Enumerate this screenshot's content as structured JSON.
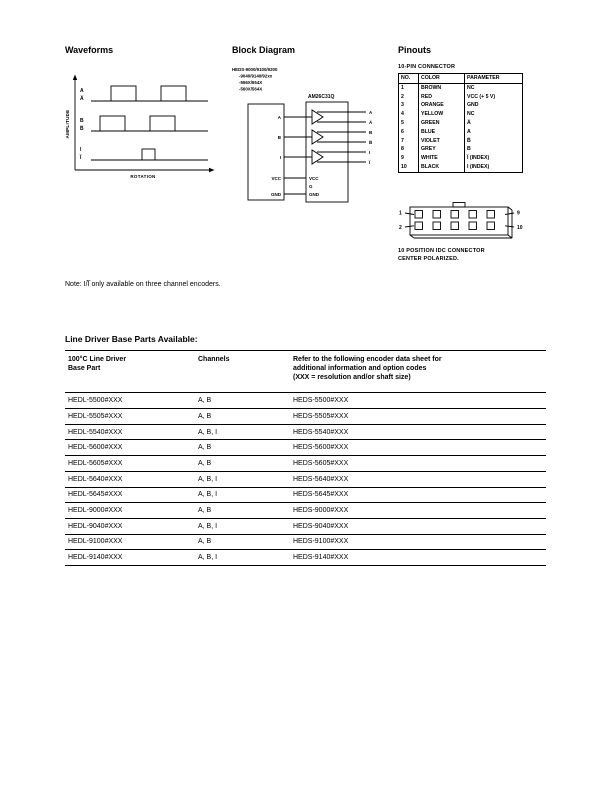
{
  "waveforms": {
    "title": "Waveforms",
    "y_axis_label": "AMPLITUDE",
    "x_axis_label": "ROTATION",
    "channel_a": "A",
    "channel_a_bar": "A̅",
    "channel_b": "B",
    "channel_b_bar": "B̅",
    "channel_i": "I",
    "channel_i_bar": "I̅"
  },
  "block_diagram": {
    "title": "Block Diagram",
    "encoder_label_lines": [
      "HEDS-9000/9100/9200",
      "-9040/9140/92xx",
      "-556X/554X",
      "-560X/564X"
    ],
    "driver_label": "AM26C31Q",
    "encoder_pins": {
      "a": "A",
      "b": "B",
      "i": "I",
      "vcc": "VCC",
      "gnd": "GND"
    },
    "driver_pins": {
      "vcc": "VCC",
      "g": "G",
      "gnd": "GND"
    },
    "outputs": [
      "A",
      "A̅",
      "B",
      "B̅",
      "I",
      "I̅"
    ]
  },
  "pinouts": {
    "title": "Pinouts",
    "connector_heading": "10-PIN CONNECTOR",
    "table": {
      "headers": [
        "NO.",
        "COLOR",
        "PARAMETER"
      ],
      "rows": [
        [
          "1",
          "BROWN",
          "NC"
        ],
        [
          "2",
          "RED",
          "VCC (+ 5 V)"
        ],
        [
          "3",
          "ORANGE",
          "GND"
        ],
        [
          "4",
          "YELLOW",
          "NC"
        ],
        [
          "5",
          "GREEN",
          "A̅"
        ],
        [
          "6",
          "BLUE",
          "A"
        ],
        [
          "7",
          "VIOLET",
          "B̅"
        ],
        [
          "8",
          "GREY",
          "B"
        ],
        [
          "9",
          "WHITE",
          "I̅ (INDEX)"
        ],
        [
          "10",
          "BLACK",
          "I (INDEX)"
        ]
      ]
    },
    "connector_pins": {
      "top_left": "1",
      "top_right": "9",
      "bottom_left": "2",
      "bottom_right": "10"
    },
    "connector_note_lines": [
      "10 POSITION IDC CONNECTOR",
      "CENTER POLARIZED."
    ]
  },
  "note": "Note: I/I̅ only available on three channel encoders.",
  "parts_table": {
    "title": "Line Driver Base Parts Available:",
    "header": {
      "col1_lines": [
        "100°C Line Driver",
        "Base Part"
      ],
      "col2": "Channels",
      "col3_lines": [
        "Refer to the following encoder data sheet for",
        "additional information and option codes",
        "(XXX = resolution and/or shaft size)"
      ]
    },
    "rows": [
      [
        "HEDL-5500#XXX",
        "A, B",
        "HEDS-5500#XXX"
      ],
      [
        "HEDL-5505#XXX",
        "A, B",
        "HEDS-5505#XXX"
      ],
      [
        "HEDL-5540#XXX",
        "A, B, I",
        "HEDS-5540#XXX"
      ],
      [
        "HEDL-5600#XXX",
        "A, B",
        "HEDS-5600#XXX"
      ],
      [
        "HEDL-5605#XXX",
        "A, B",
        "HEDS-5605#XXX"
      ],
      [
        "HEDL-5640#XXX",
        "A, B, I",
        "HEDS-5640#XXX"
      ],
      [
        "HEDL-5645#XXX",
        "A, B, I",
        "HEDS-5645#XXX"
      ],
      [
        "HEDL-9000#XXX",
        "A, B",
        "HEDS-9000#XXX"
      ],
      [
        "HEDL-9040#XXX",
        "A, B, I",
        "HEDS-9040#XXX"
      ],
      [
        "HEDL-9100#XXX",
        "A, B",
        "HEDS-9100#XXX"
      ],
      [
        "HEDL-9140#XXX",
        "A, B, I",
        "HEDS-9140#XXX"
      ]
    ]
  }
}
